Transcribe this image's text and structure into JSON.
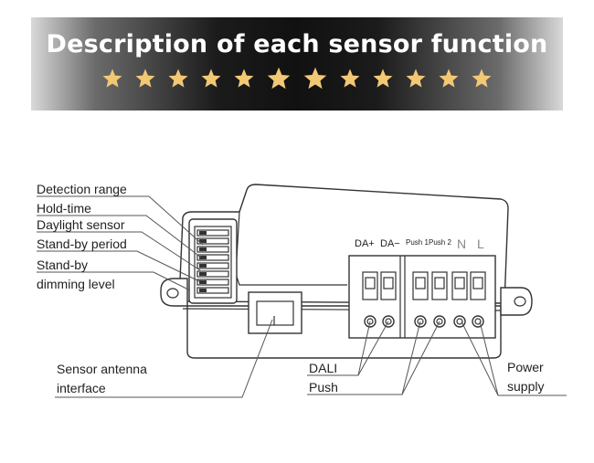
{
  "header": {
    "title": "Description of each sensor function",
    "star_count": 12,
    "star_color": "#f3c874"
  },
  "terminals": {
    "da_plus": "DA+",
    "da_minus": "DA−",
    "push1": "Push 1",
    "push2": "Push 2",
    "n": "N",
    "l": "L"
  },
  "labels": {
    "detection_range": "Detection range",
    "hold_time": "Hold-time",
    "daylight_sensor": "Daylight sensor",
    "standby_period": "Stand-by period",
    "standby_dimming_1": "Stand-by",
    "standby_dimming_2": "dimming level",
    "sensor_antenna_1": "Sensor antenna",
    "sensor_antenna_2": "interface",
    "dali": "DALI",
    "push": "Push",
    "power_1": "Power",
    "power_2": "supply"
  }
}
